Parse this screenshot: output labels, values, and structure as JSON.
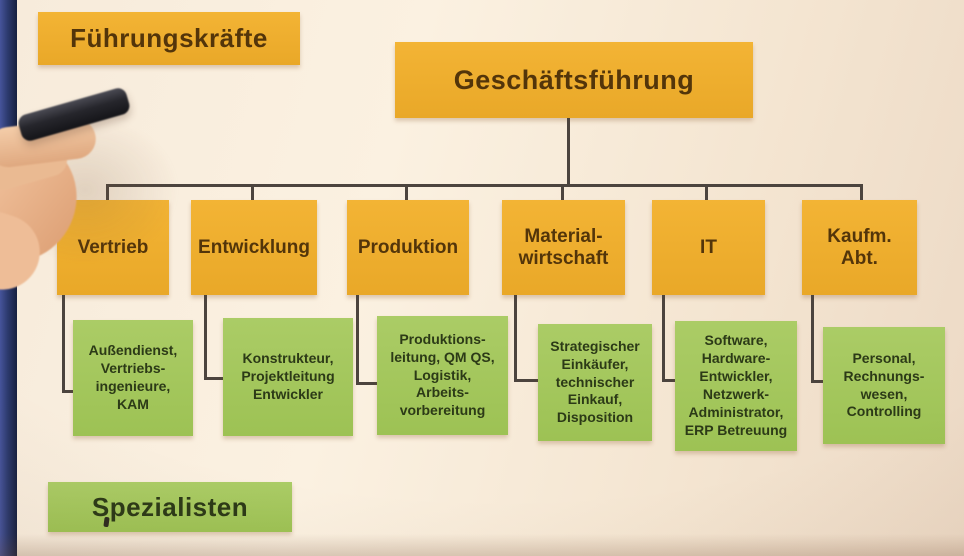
{
  "labels": {
    "leadership": "Führungskräfte",
    "specialists": "Spezialisten"
  },
  "root": {
    "label": "Geschäftsführung"
  },
  "departments": [
    {
      "label": "Vertrieb",
      "specialists": "Außendienst,\nVertriebs-\ningenieure,\nKAM"
    },
    {
      "label": "Entwicklung",
      "specialists": "Konstrukteur,\nProjektleitung\nEntwickler"
    },
    {
      "label": "Produktion",
      "specialists": "Produktions-\nleitung, QM QS,\nLogistik,\nArbeits-\nvorbereitung"
    },
    {
      "label": "Material-\nwirtschaft",
      "specialists": "Strategischer\nEinkäufer,\ntechnischer\nEinkauf,\nDisposition"
    },
    {
      "label": "IT",
      "specialists": "Software,\nHardware-\nEntwickler,\nNetzwerk-\nAdministrator,\nERP Betreuung"
    },
    {
      "label": "Kaufm.\nAbt.",
      "specialists": "Personal,\nRechnungs-\nwesen,\nControlling"
    }
  ],
  "colors": {
    "leadership_box": "#efae2e",
    "specialist_box": "#a6c75f",
    "leadership_text": "#53350a",
    "specialist_text": "#2c3a17",
    "connector": "#4c443e",
    "paper": "#f8ecdc",
    "frame_blue": "#27335f"
  }
}
